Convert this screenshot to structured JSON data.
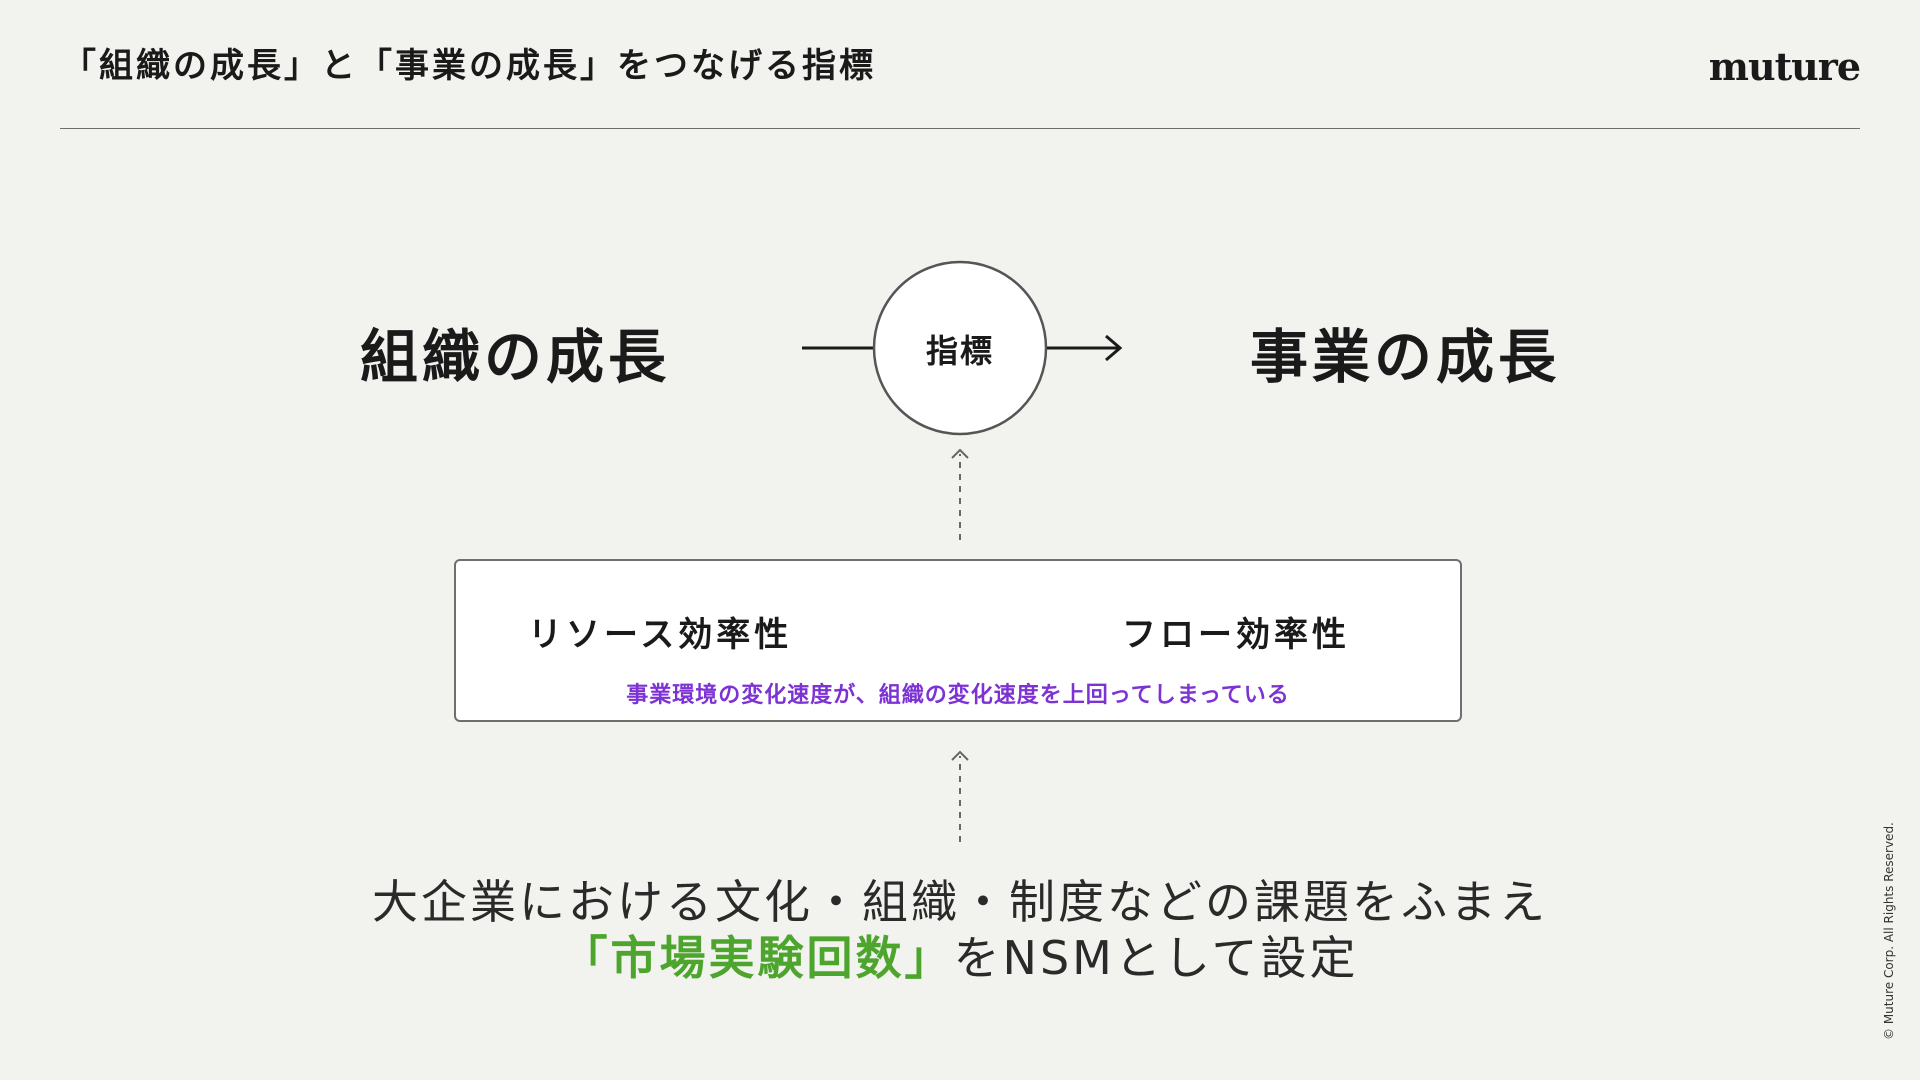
{
  "header": {
    "title": "「組織の成長」と「事業の成長」をつなげる指標",
    "logo": "muture"
  },
  "diagram": {
    "left_label": "組織の成長",
    "center_label": "指標",
    "right_label": "事業の成長"
  },
  "efficiency_box": {
    "from_label": "リソース効率性",
    "to_label": "フロー効率性",
    "note": "事業環境の変化速度が、組織の変化速度を上回ってしまっている",
    "note_color": "#7d33d4"
  },
  "bottom": {
    "line1": "大企業における文化・組織・制度などの課題をふまえ",
    "highlight": "「市場実験回数」",
    "highlight_color": "#4ea52e",
    "line2_rest": "をNSMとして設定"
  },
  "footer": {
    "copyright": "© Muture Corp. All Rights Reserved."
  }
}
